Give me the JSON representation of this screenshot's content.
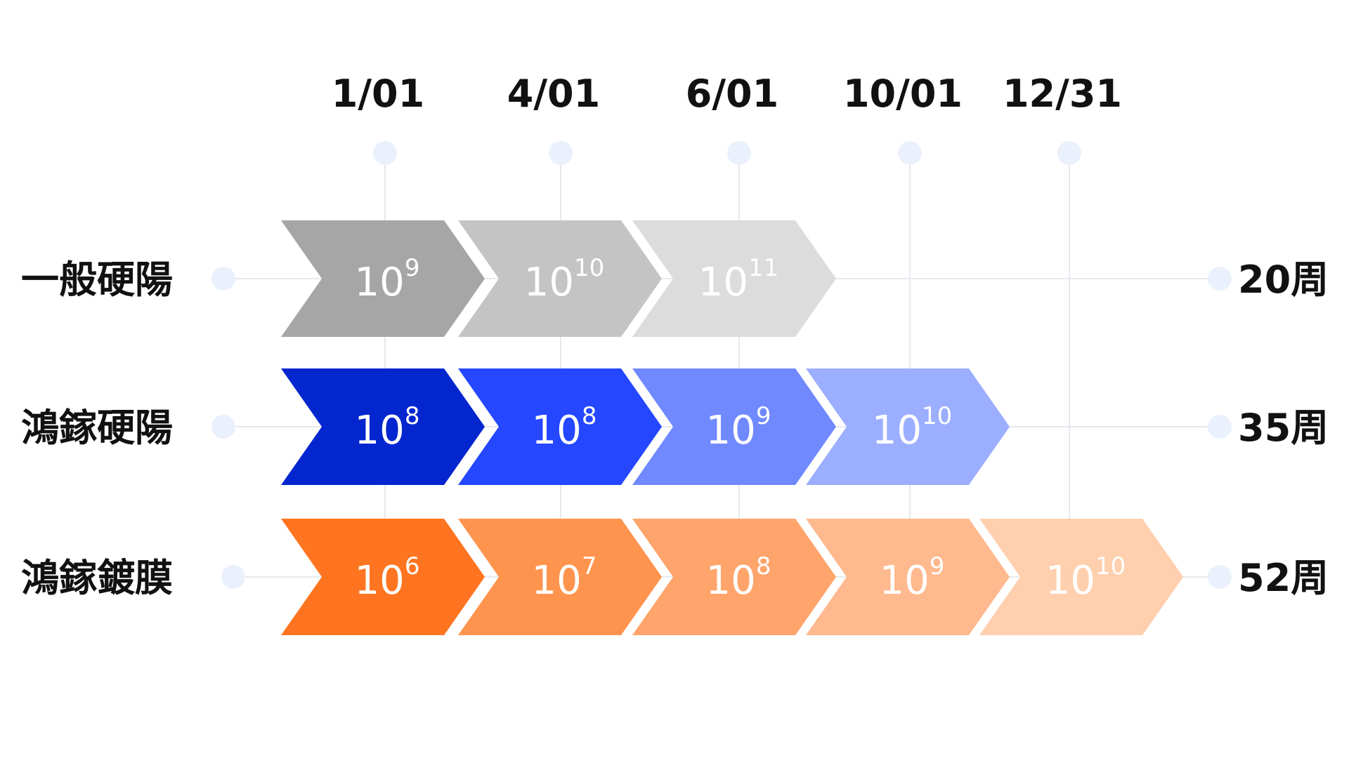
{
  "dates": [
    "1/01",
    "4/01",
    "6/01",
    "10/01",
    "12/31"
  ],
  "rows": [
    {
      "label": "一般硬陽",
      "weeks": "20周",
      "steps": [
        {
          "base": "10",
          "exp": "9",
          "color": "#a6a6a6",
          "text_color": "#ffffff"
        },
        {
          "base": "10",
          "exp": "10",
          "color": "#c4c4c4",
          "text_color": "#ffffff"
        },
        {
          "base": "10",
          "exp": "11",
          "color": "#dcdcdc",
          "text_color": "#ffffff"
        }
      ]
    },
    {
      "label": "鴻鎵硬陽",
      "weeks": "35周",
      "steps": [
        {
          "base": "10",
          "exp": "8",
          "color": "#0326cf",
          "text_color": "#ffffff"
        },
        {
          "base": "10",
          "exp": "8",
          "color": "#2447ff",
          "text_color": "#ffffff"
        },
        {
          "base": "10",
          "exp": "9",
          "color": "#7089ff",
          "text_color": "#ffffff"
        },
        {
          "base": "10",
          "exp": "10",
          "color": "#9caeff",
          "text_color": "#ffffff"
        }
      ]
    },
    {
      "label": "鴻鎵鍍膜",
      "weeks": "52周",
      "steps": [
        {
          "base": "10",
          "exp": "6",
          "color": "#ff7420",
          "text_color": "#ffffff"
        },
        {
          "base": "10",
          "exp": "7",
          "color": "#ff944f",
          "text_color": "#ffffff"
        },
        {
          "base": "10",
          "exp": "8",
          "color": "#ffa46b",
          "text_color": "#ffffff"
        },
        {
          "base": "10",
          "exp": "9",
          "color": "#ffb98e",
          "text_color": "#ffffff"
        },
        {
          "base": "10",
          "exp": "10",
          "color": "#ffcfae",
          "text_color": "#ffffff"
        }
      ]
    }
  ],
  "colors": {
    "guide_line": "#e6e9ef",
    "dot": "#eaf1fd",
    "text": "#111111"
  }
}
